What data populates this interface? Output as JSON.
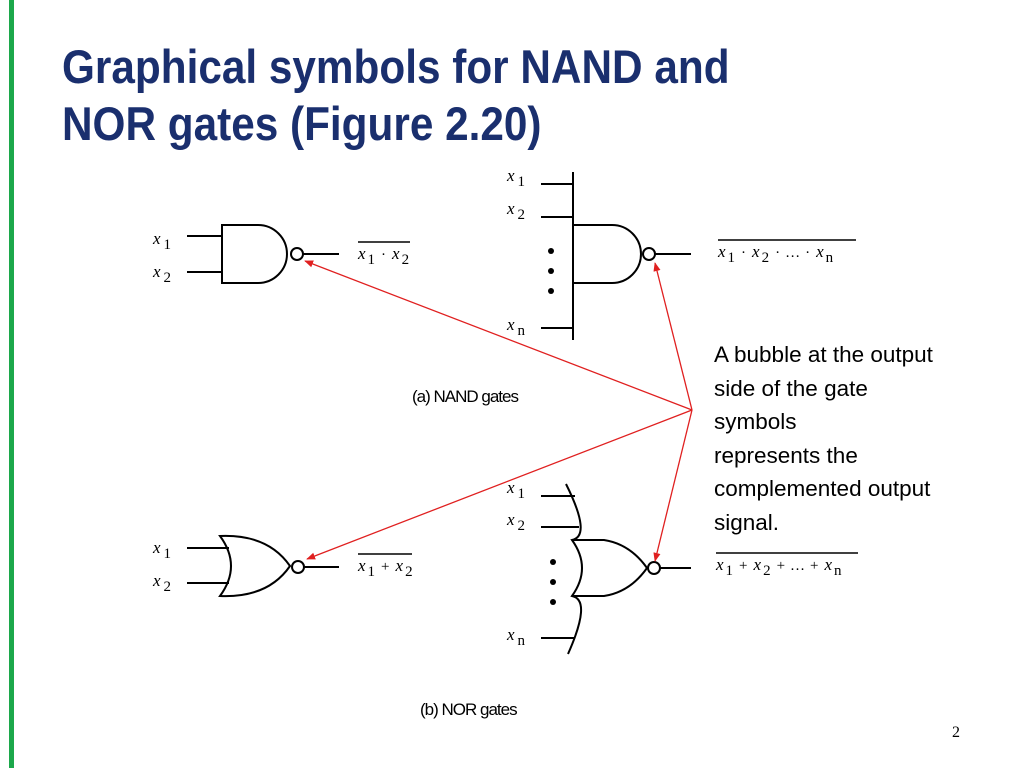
{
  "slide": {
    "title_lines": [
      "Graphical symbols for NAND and",
      "NOR gates (Figure 2.20)"
    ],
    "page_number": "2",
    "accent_color": "#1ca84b",
    "title_color": "#1a2f6e",
    "arrow_color": "#e02020"
  },
  "nand": {
    "caption": "(a) NAND gates",
    "two_input": {
      "inputs": [
        {
          "var": "x",
          "sub": "1"
        },
        {
          "var": "x",
          "sub": "2"
        }
      ],
      "output": {
        "terms": [
          {
            "var": "x",
            "sub": "1"
          },
          {
            "var": "x",
            "sub": "2"
          }
        ],
        "op": "·"
      }
    },
    "n_input": {
      "inputs": [
        {
          "var": "x",
          "sub": "1"
        },
        {
          "var": "x",
          "sub": "2"
        },
        {
          "var": "x",
          "sub": "n"
        }
      ],
      "output": {
        "terms": [
          {
            "var": "x",
            "sub": "1"
          },
          {
            "var": "x",
            "sub": "2"
          },
          {
            "var": "x",
            "sub": "n"
          }
        ],
        "op": "·",
        "ellipsis": "…"
      }
    }
  },
  "nor": {
    "caption": "(b) NOR gates",
    "two_input": {
      "inputs": [
        {
          "var": "x",
          "sub": "1"
        },
        {
          "var": "x",
          "sub": "2"
        }
      ],
      "output": {
        "terms": [
          {
            "var": "x",
            "sub": "1"
          },
          {
            "var": "x",
            "sub": "2"
          }
        ],
        "op": "+"
      }
    },
    "n_input": {
      "inputs": [
        {
          "var": "x",
          "sub": "1"
        },
        {
          "var": "x",
          "sub": "2"
        },
        {
          "var": "x",
          "sub": "n"
        }
      ],
      "output": {
        "terms": [
          {
            "var": "x",
            "sub": "1"
          },
          {
            "var": "x",
            "sub": "2"
          },
          {
            "var": "x",
            "sub": "n"
          }
        ],
        "op": "+",
        "ellipsis": "…"
      }
    }
  },
  "note": {
    "lines": [
      "A bubble at the output",
      "side of the gate",
      "symbols",
      "represents the",
      "complemented output",
      "signal."
    ]
  }
}
